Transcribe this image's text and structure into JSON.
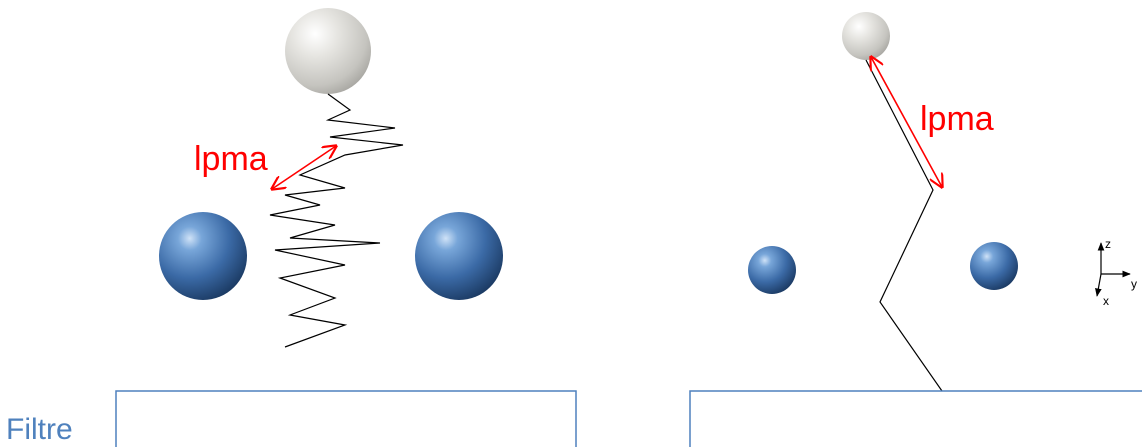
{
  "left_panel": {
    "label": "lpma"
  },
  "right_panel": {
    "label": "lpma",
    "axes": {
      "z": "z",
      "y": "y",
      "x": "x"
    }
  },
  "filter": {
    "label": "Filtre"
  },
  "colors": {
    "label_red": "#ff0000",
    "filter_blue": "#4f81bd",
    "ball_blue": "#3b6aa6",
    "ball_grey": "#d4d4d0",
    "chain": "#000000"
  }
}
